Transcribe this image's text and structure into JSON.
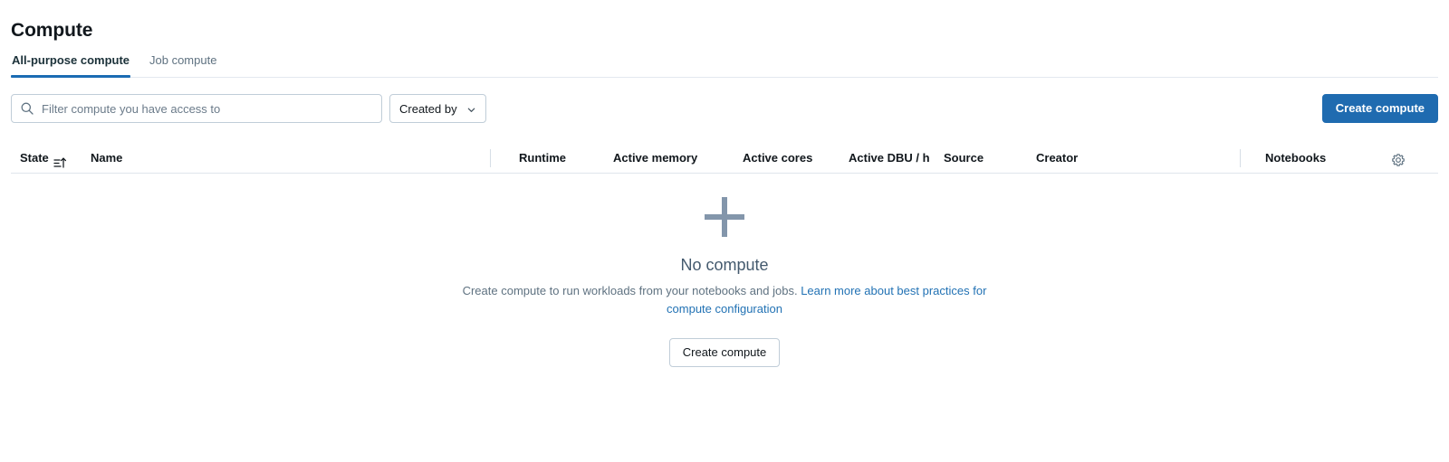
{
  "page": {
    "title": "Compute"
  },
  "tabs": [
    {
      "label": "All-purpose compute",
      "active": true
    },
    {
      "label": "Job compute",
      "active": false
    }
  ],
  "toolbar": {
    "search": {
      "placeholder": "Filter compute you have access to",
      "value": "",
      "icon": "search-icon"
    },
    "created_by": {
      "label": "Created by",
      "icon": "chevron-down-icon"
    },
    "create_button": "Create compute"
  },
  "table": {
    "columns": [
      "State",
      "Name",
      "Runtime",
      "Active memory",
      "Active cores",
      "Active DBU / h",
      "Source",
      "Creator",
      "Notebooks"
    ],
    "sort": {
      "column": "State",
      "icon": "sort-ascending-icon"
    },
    "settings_icon": "gear-icon",
    "rows": []
  },
  "empty_state": {
    "icon": "plus-icon",
    "title": "No compute",
    "description": "Create compute to run workloads from your notebooks and jobs.",
    "link_text": "Learn more about best practices for compute configuration",
    "button": "Create compute"
  },
  "colors": {
    "accent": "#1f6bb0",
    "tab_underline": "#1b6cb3",
    "link": "#2272b4",
    "empty_icon": "#8396ab",
    "empty_title": "#445a6e"
  }
}
